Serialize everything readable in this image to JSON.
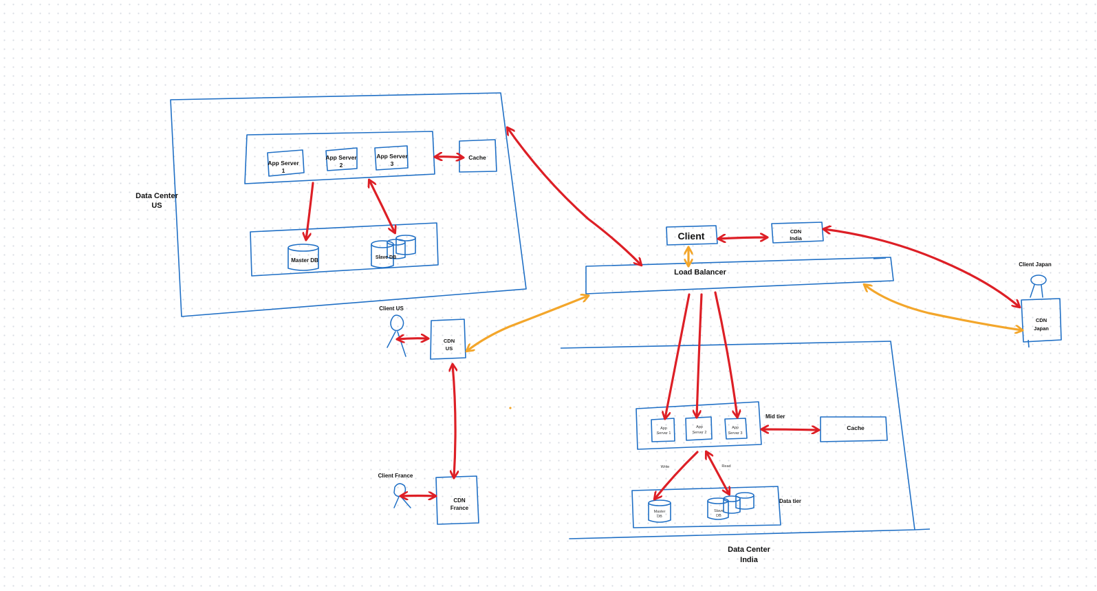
{
  "colors": {
    "box_stroke": "#1f6fc5",
    "arrow_red": "#dd1f26",
    "arrow_orange": "#f3a62b",
    "text": "#111111"
  },
  "labels": {
    "dc_us_line1": "Data Center",
    "dc_us_line2": "US",
    "app_server_1_line1": "App Server",
    "app_server_1_line2": "1",
    "app_server_2_line1": "App Server",
    "app_server_2_line2": "2",
    "app_server_3_line1": "App Server",
    "app_server_3_line2": "3",
    "cache_us": "Cache",
    "master_db_us": "Master DB",
    "slave_db_us": "Slave DB",
    "client": "Client",
    "cdn_india_line1": "CDN",
    "cdn_india_line2": "India",
    "load_balancer": "Load Balancer",
    "client_japan": "Client Japan",
    "cdn_japan_line1": "CDN",
    "cdn_japan_line2": "Japan",
    "client_us": "Client US",
    "cdn_us_line1": "CDN",
    "cdn_us_line2": "US",
    "client_france": "Client France",
    "cdn_france_line1": "CDN",
    "cdn_france_line2": "France",
    "mid_tier": "Mid tier",
    "india_app_server_1_line1": "App",
    "india_app_server_1_line2": "Server 1",
    "india_app_server_2_line1": "App",
    "india_app_server_2_line2": "Server 2",
    "india_app_server_3_line1": "App",
    "india_app_server_3_line2": "Server 3",
    "cache_india": "Cache",
    "write": "Write",
    "read": "Read",
    "data_tier": "Data tier",
    "master_db_india_line1": "Master",
    "master_db_india_line2": "DB",
    "slave_db_india_line1": "Slave",
    "slave_db_india_line2": "DB",
    "dc_india_line1": "Data Center",
    "dc_india_line2": "India"
  }
}
